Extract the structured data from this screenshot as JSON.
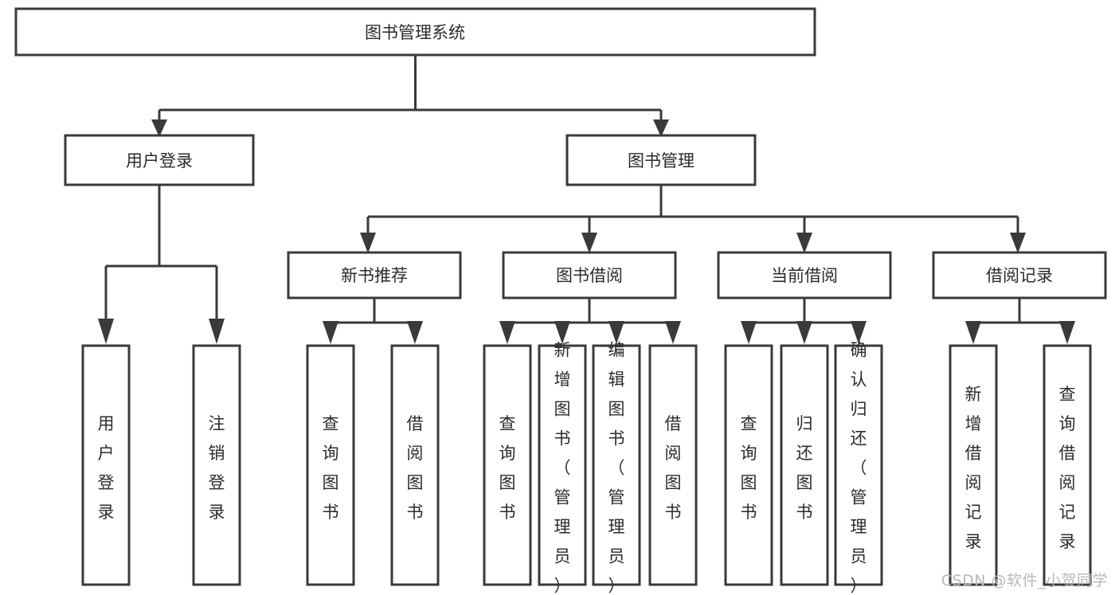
{
  "diagram": {
    "type": "tree-hierarchy-diagram",
    "title": "图书管理系统",
    "watermark": "CSDN @软件_小贺同学",
    "colors": {
      "box_stroke": "#3a3a3a",
      "box_fill": "#ffffff",
      "connector": "#3a3a3a",
      "text": "#2b2b2b",
      "background": "#ffffff",
      "watermark": "#b8b8b8"
    },
    "levels": {
      "root": {
        "label": "图书管理系统",
        "orientation": "horizontal"
      },
      "level2": [
        {
          "id": "user-login",
          "label": "用户登录",
          "orientation": "horizontal"
        },
        {
          "id": "book-management",
          "label": "图书管理",
          "orientation": "horizontal"
        }
      ],
      "level3": [
        {
          "id": "new-book-recommend",
          "label": "新书推荐",
          "orientation": "horizontal",
          "parent": "book-management"
        },
        {
          "id": "book-borrow",
          "label": "图书借阅",
          "orientation": "horizontal",
          "parent": "book-management"
        },
        {
          "id": "current-borrow",
          "label": "当前借阅",
          "orientation": "horizontal",
          "parent": "book-management"
        },
        {
          "id": "borrow-record",
          "label": "借阅记录",
          "orientation": "horizontal",
          "parent": "book-management"
        }
      ],
      "leaves": [
        {
          "id": "leaf-user-login",
          "label": "用户登录",
          "orientation": "vertical",
          "parent": "user-login"
        },
        {
          "id": "leaf-logout",
          "label": "注销登录",
          "orientation": "vertical",
          "parent": "user-login"
        },
        {
          "id": "leaf-query-book-1",
          "label": "查询图书",
          "orientation": "vertical",
          "parent": "new-book-recommend"
        },
        {
          "id": "leaf-borrow-book-1",
          "label": "借阅图书",
          "orientation": "vertical",
          "parent": "new-book-recommend"
        },
        {
          "id": "leaf-query-book-2",
          "label": "查询图书",
          "orientation": "vertical",
          "parent": "book-borrow"
        },
        {
          "id": "leaf-add-book",
          "label": "新增图书（管理员）",
          "orientation": "vertical",
          "parent": "book-borrow"
        },
        {
          "id": "leaf-edit-book",
          "label": "编辑图书（管理员）",
          "orientation": "vertical",
          "parent": "book-borrow"
        },
        {
          "id": "leaf-borrow-book-2",
          "label": "借阅图书",
          "orientation": "vertical",
          "parent": "book-borrow"
        },
        {
          "id": "leaf-query-book-3",
          "label": "查询图书",
          "orientation": "vertical",
          "parent": "current-borrow"
        },
        {
          "id": "leaf-return-book",
          "label": "归还图书",
          "orientation": "vertical",
          "parent": "current-borrow"
        },
        {
          "id": "leaf-confirm-return",
          "label": "确认归还（管理员）",
          "orientation": "vertical",
          "parent": "current-borrow"
        },
        {
          "id": "leaf-add-record",
          "label": "新增借阅记录",
          "orientation": "vertical",
          "parent": "borrow-record"
        },
        {
          "id": "leaf-query-record",
          "label": "查询借阅记录",
          "orientation": "vertical",
          "parent": "borrow-record"
        }
      ]
    }
  }
}
